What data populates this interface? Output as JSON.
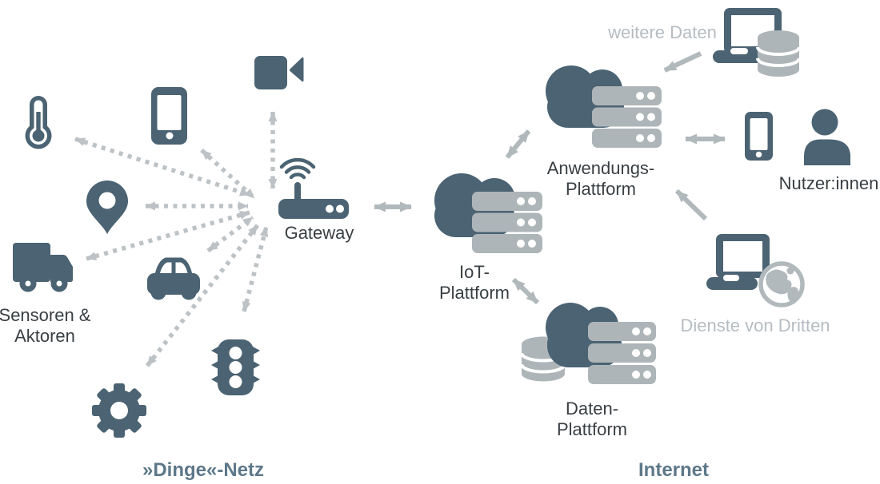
{
  "diagram_title": "IoT architecture diagram",
  "colors": {
    "dark_slate": "#4b6372",
    "server_gray": "#aeb5b9",
    "solid_arrow_gray": "#b1b9bd",
    "dotted_arrow_gray": "#bcc2c5",
    "muted_label_gray": "#b6bdc2",
    "dark_label": "#393f43",
    "section_label_slate": "#5d7889"
  },
  "things_net": {
    "section_label": "»Dinge«-Netz",
    "sensors_label_line1": "Sensoren &",
    "sensors_label_line2": "Aktoren",
    "gateway_label": "Gateway",
    "device_icons": [
      "thermometer",
      "smartphone",
      "video-camera",
      "location-pin",
      "truck",
      "car",
      "gear",
      "traffic-light"
    ]
  },
  "internet": {
    "section_label": "Internet",
    "iot_platform_line1": "IoT-",
    "iot_platform_line2": "Plattform",
    "application_platform_line1": "Anwendungs-",
    "application_platform_line2": "Plattform",
    "data_platform_line1": "Daten-",
    "data_platform_line2": "Plattform",
    "external_data_label": "weitere Daten",
    "third_party_label": "Dienste von Dritten",
    "users_label": "Nutzer:innen"
  }
}
